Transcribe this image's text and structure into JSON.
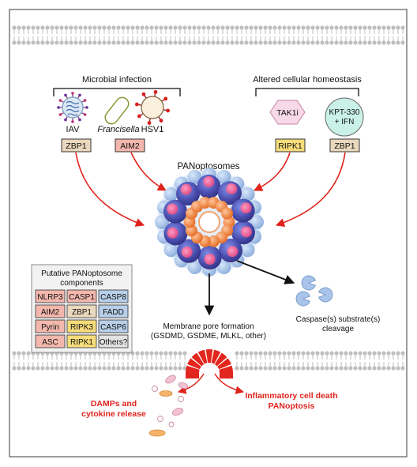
{
  "infection": {
    "title": "Microbial infection",
    "pathogens": [
      "IAV",
      "Francisella",
      "HSV1"
    ],
    "sensors": [
      "ZBP1",
      "AIM2"
    ]
  },
  "homeostasis": {
    "title": "Altered cellular homeostasis",
    "triggers": [
      "TAK1i",
      "KPT-330",
      "+ IFN"
    ],
    "sensors": [
      "RIPK1",
      "ZBP1"
    ]
  },
  "complex": {
    "title": "PANoptosomes"
  },
  "components": {
    "title_line1": "Putative PANoptosome",
    "title_line2": "components",
    "grid": [
      [
        "NLRP3",
        "CASP1",
        "CASP8"
      ],
      [
        "AIM2",
        "ZBP1",
        "FADD"
      ],
      [
        "Pyrin",
        "RIPK3",
        "CASP6"
      ],
      [
        "ASC",
        "RIPK1",
        "Others?"
      ]
    ]
  },
  "outcomes": {
    "pore_line1": "Membrane pore formation",
    "pore_line2": "(GSDMD, GSDME, MLKL, other)",
    "caspase_line1": "Caspase(s) substrate(s)",
    "caspase_line2": "cleavage",
    "damps_line1": "DAMPs and",
    "damps_line2": "cytokine release",
    "death_line1": "Inflammatory cell death",
    "death_line2": "PANoptosis"
  },
  "colors": {
    "arrow_red": "#e0231c",
    "outcome_red": "#e0231c",
    "pink_box": "#f3b7ad",
    "tan_box": "#ead8bd",
    "yellow_box": "#f6dc7a",
    "blue_box": "#b7cfe8",
    "gray_box": "#e2e2e2",
    "pore_red": "#e3261d",
    "lipid_gray": "#bfbfbf"
  }
}
